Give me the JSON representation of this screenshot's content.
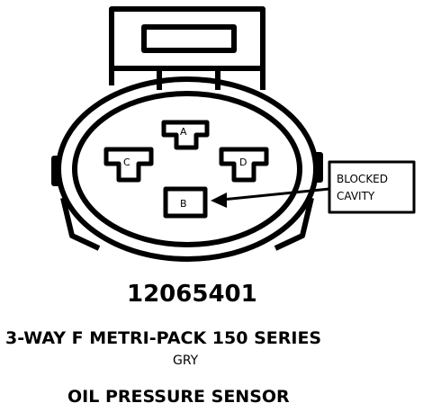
{
  "connector": {
    "cavities": [
      {
        "id": "A",
        "label": "A"
      },
      {
        "id": "B",
        "label": "B"
      },
      {
        "id": "C",
        "label": "C"
      },
      {
        "id": "D",
        "label": "D"
      }
    ],
    "callout": {
      "line1": "BLOCKED",
      "line2": "CAVITY"
    }
  },
  "labels": {
    "part_number": "12065401",
    "series": "3-WAY F METRI-PACK 150 SERIES",
    "color": "GRY",
    "title": "OIL PRESSURE SENSOR"
  }
}
